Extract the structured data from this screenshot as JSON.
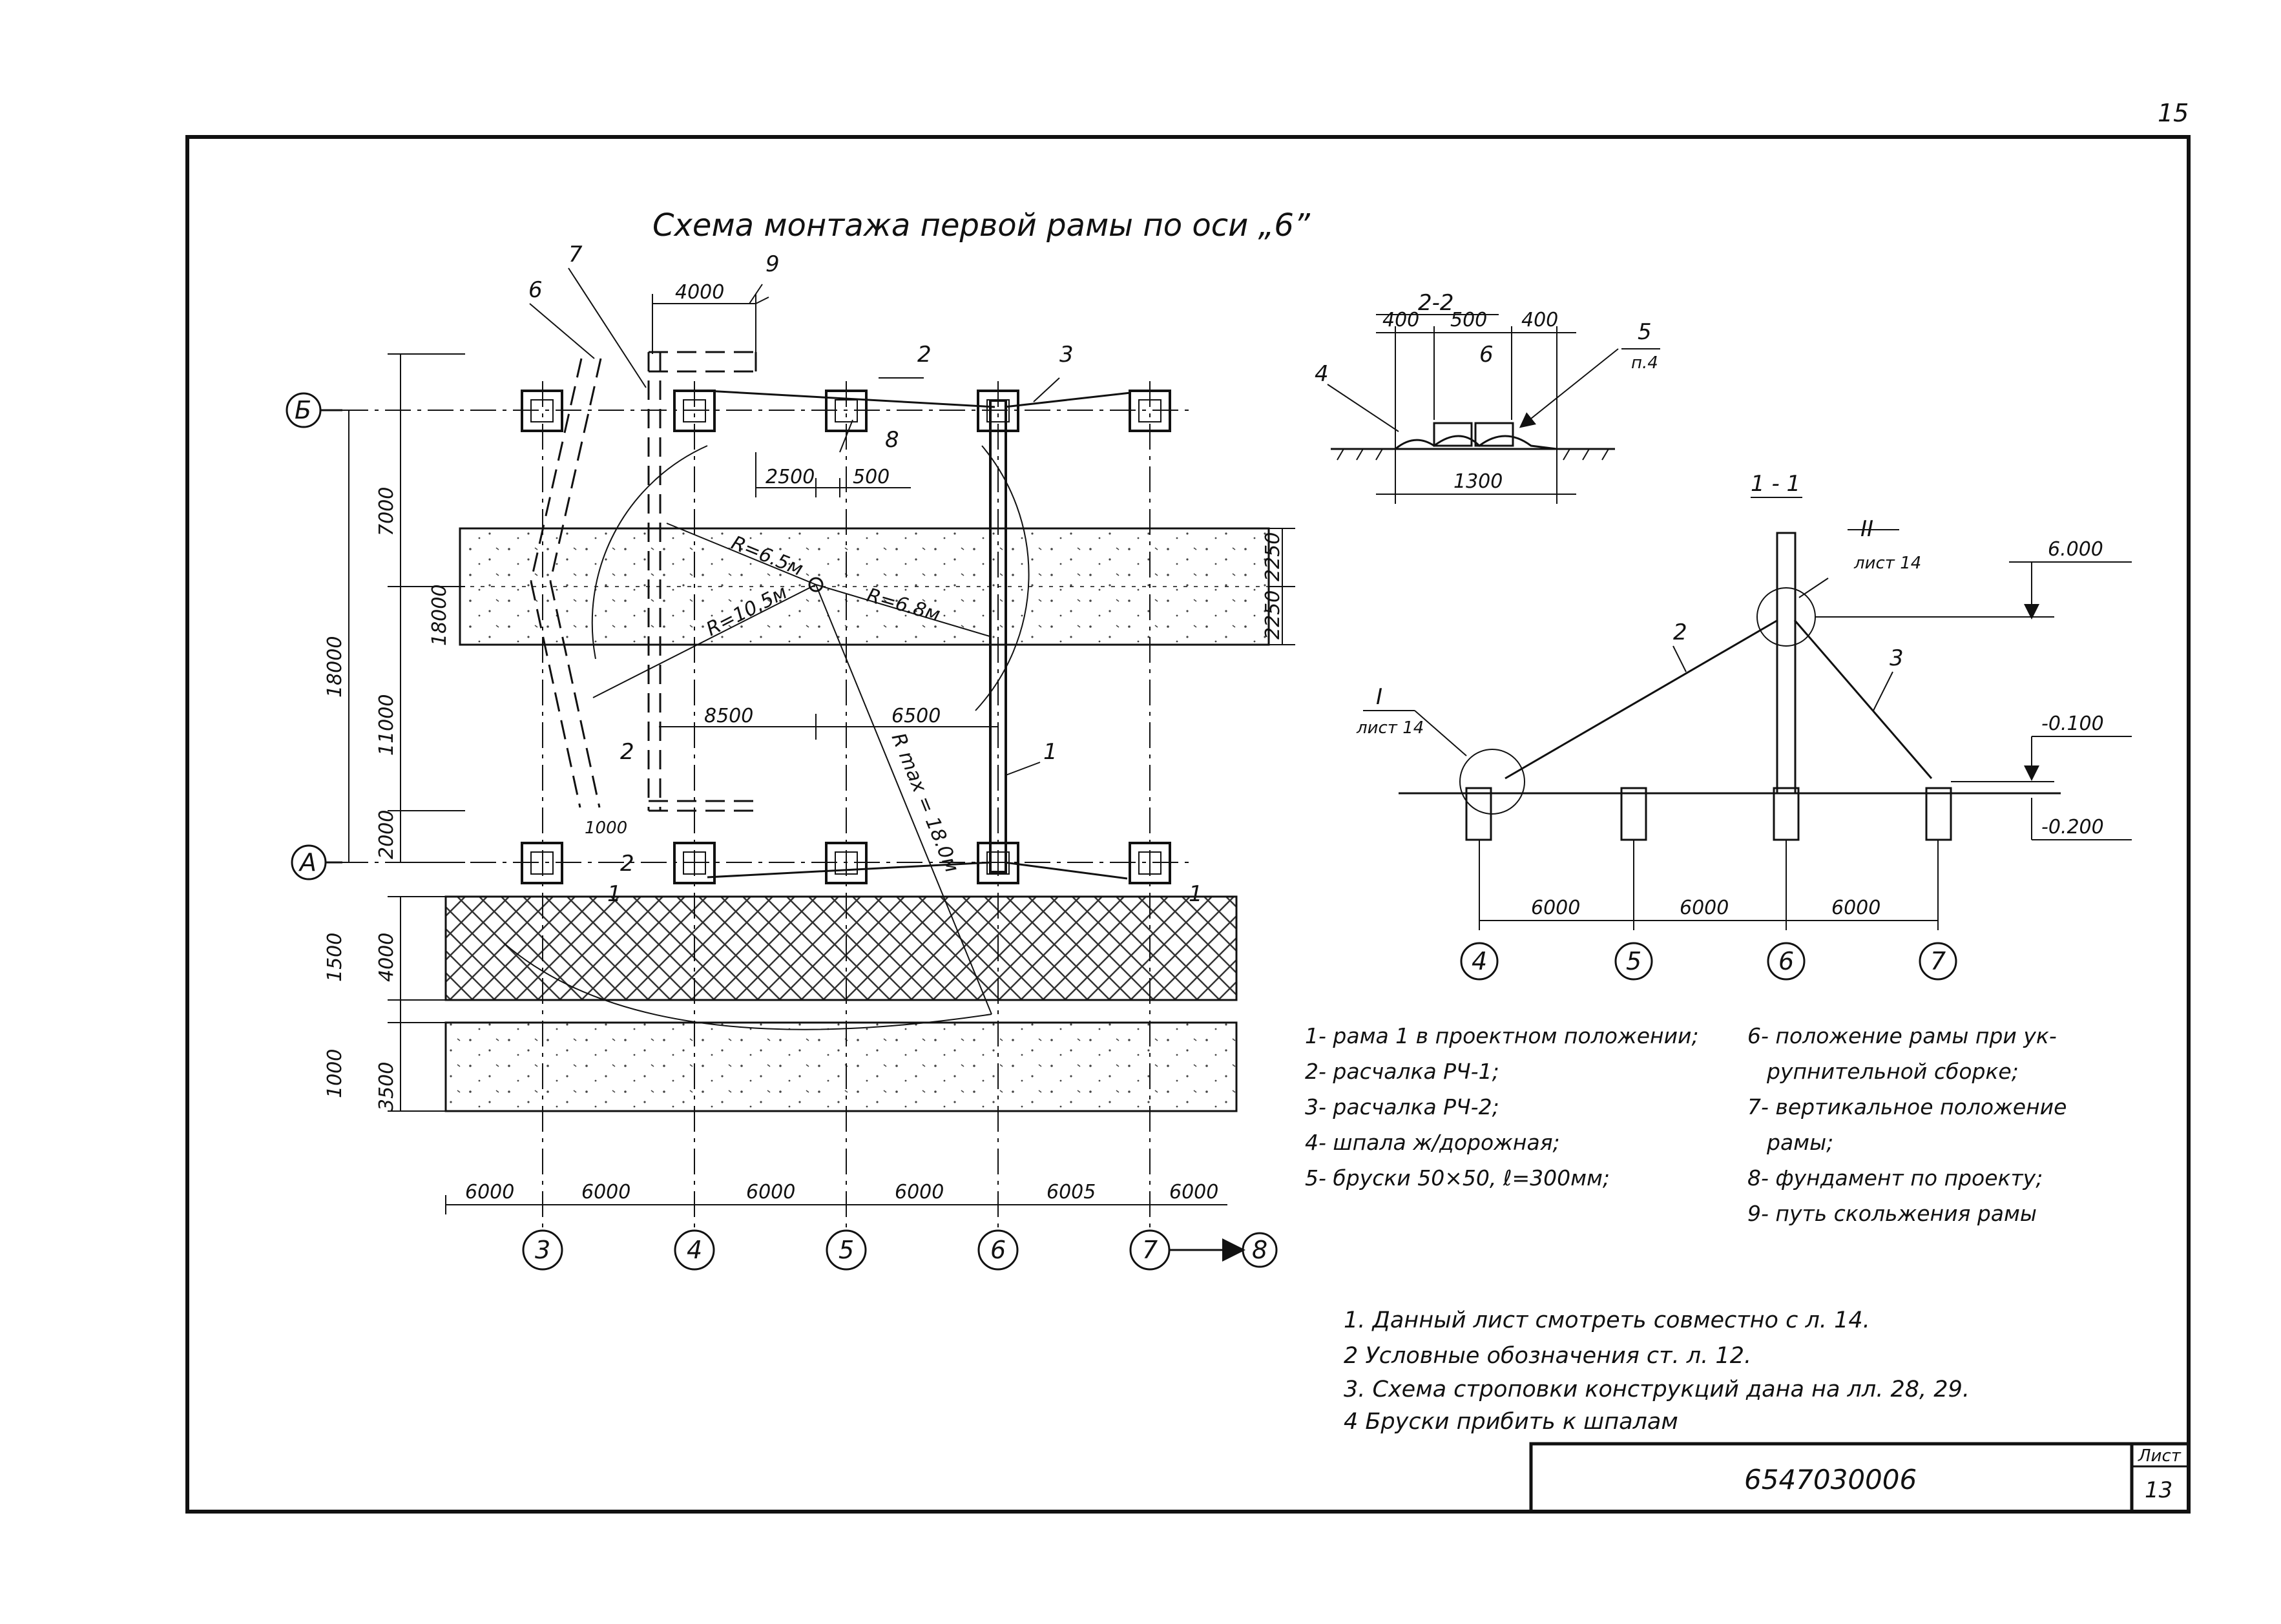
{
  "sheet": {
    "page_number": "15",
    "document_code": "6547030006",
    "sheet_label": "Лист",
    "sheet_number": "13"
  },
  "plan": {
    "title": "Схема монтажа первой рамы по оси „6”",
    "row_axes": [
      "Б",
      "А"
    ],
    "column_axes": [
      "3",
      "4",
      "5",
      "6",
      "7",
      "8"
    ],
    "col_spacings": [
      "6000",
      "6000",
      "6000",
      "6000",
      "6005",
      "6000"
    ],
    "left_dims": [
      "7000",
      "11000",
      "2000",
      "18000",
      "1500",
      "4000",
      "1000",
      "3500"
    ],
    "left_dims_outer": [
      "18000"
    ],
    "right_dims": [
      "2250",
      "2250"
    ],
    "top_dim": "4000",
    "inner_dims": [
      "2500",
      "500",
      "8500",
      "6500"
    ],
    "small_dims": [
      "1000"
    ],
    "radii": [
      "R=6.5м",
      "R=10.5м",
      "R=6.8м",
      "R max = 18.0м"
    ],
    "callouts": [
      "1",
      "2",
      "3",
      "6",
      "7",
      "8",
      "9"
    ],
    "section_marks": [
      "2",
      "2",
      "1",
      "1"
    ]
  },
  "section_22": {
    "title": "2-2",
    "dims_top": [
      "400",
      "500",
      "400"
    ],
    "dim_bottom": "1300",
    "callouts": [
      "4",
      "6"
    ],
    "callout_5": "5",
    "callout_5_note": "п.4"
  },
  "section_11": {
    "title": "1 - 1",
    "node_II": "II",
    "node_II_ref": "лист 14",
    "node_I": "I",
    "node_I_ref": "лист 14",
    "elevation_top": "6.000",
    "elevation_1": "-0.100",
    "elevation_2": "-0.200",
    "callouts": [
      "2",
      "3"
    ],
    "dims": [
      "6000",
      "6000",
      "6000"
    ],
    "axes": [
      "4",
      "5",
      "6",
      "7"
    ]
  },
  "legend": {
    "left": [
      "1- рама 1 в проектном положении;",
      "2- расчалка РЧ-1;",
      "3- расчалка РЧ-2;",
      "4- шпала ж/дорожная;",
      "5- бруски 50×50, ℓ=300мм;"
    ],
    "right": [
      "6- положение рамы при ук-",
      "рупнительной сборке;",
      "7- вертикальное положение",
      "рамы;",
      "8- фундамент по проекту;",
      "9- путь скольжения рамы"
    ]
  },
  "notes": [
    "1. Данный лист смотреть совместно с л. 14.",
    "2 Условные обозначения ст. л. 12.",
    "3. Схема строповки конструкций дана на лл. 28, 29.",
    "4 Бруски прибить к шпалам"
  ],
  "colors": {
    "ink": "#111111",
    "paper": "#ffffff",
    "hatch": "#333333"
  }
}
